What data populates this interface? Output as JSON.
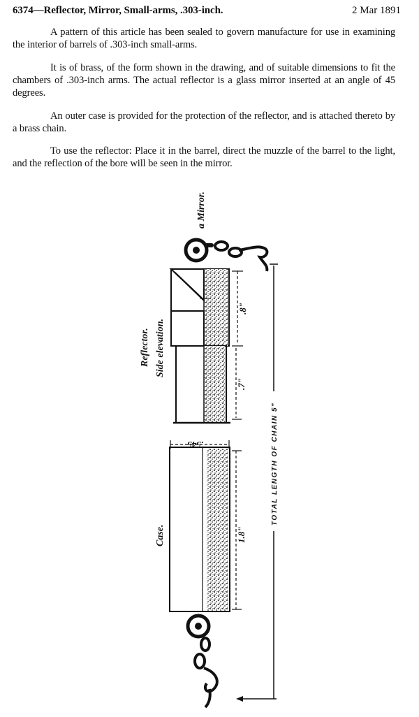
{
  "header": {
    "title": "6374—Reflector, Mirror, Small-arms, .303-inch.",
    "date": "2 Mar 1891"
  },
  "paragraphs": [
    "A pattern of this article has been sealed to govern manufacture for use in examining the interior of barrels of .303-inch small-arms.",
    "It is of brass, of the form shown in the drawing, and of suitable dimensions to fit the chambers of .303-inch arms. The actual reflector is a glass mirror inserted at an angle of 45 degrees.",
    "An outer case is provided for the protection of the reflector, and is attached thereto by a brass chain.",
    "To use the reflector: Place it in the barrel, direct the muzzle of the barrel to the light, and the reflection of the bore will be seen in the mirror."
  ],
  "drawing": {
    "mirror_label": "a Mirror.",
    "reflector_label": "Reflector.",
    "side_elevation_label": "Side elevation.",
    "case_label": "Case.",
    "dim_upper": ".8\"",
    "dim_lower": ".7\"",
    "dim_case_width": ".545",
    "dim_case_length": "1.8\"",
    "chain_length_label": "TOTAL LENGTH OF CHAIN 5\""
  }
}
